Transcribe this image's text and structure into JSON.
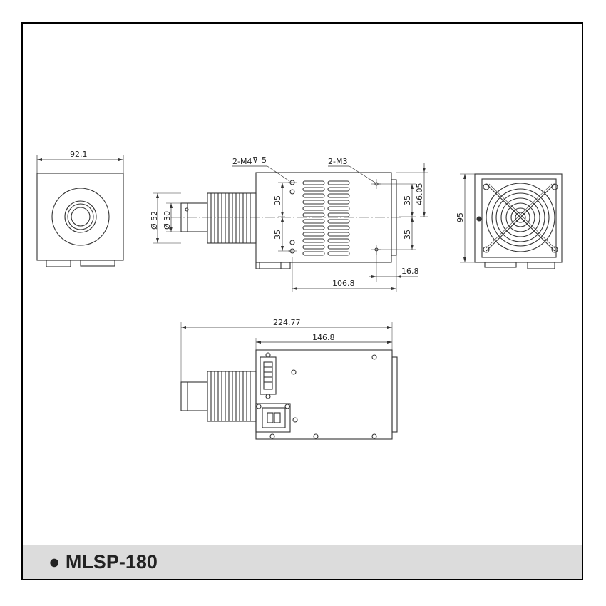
{
  "product": {
    "bullet": "●",
    "name": "MLSP-180"
  },
  "dimensions": {
    "front_width": "92.1",
    "thread_m4": "2-M4",
    "thread_m4_depth": "5",
    "thread_m3": "2-M3",
    "dia_outer": "Ø 52",
    "dia_inner": "Ø 30",
    "pitch_upper": "35",
    "pitch_lower": "35",
    "right_upper": "35",
    "right_lower": "35",
    "right_total": "46.05",
    "offset": "16.8",
    "body_length": "106.8",
    "rear_height": "95",
    "top_overall": "224.77",
    "top_body": "146.8"
  }
}
